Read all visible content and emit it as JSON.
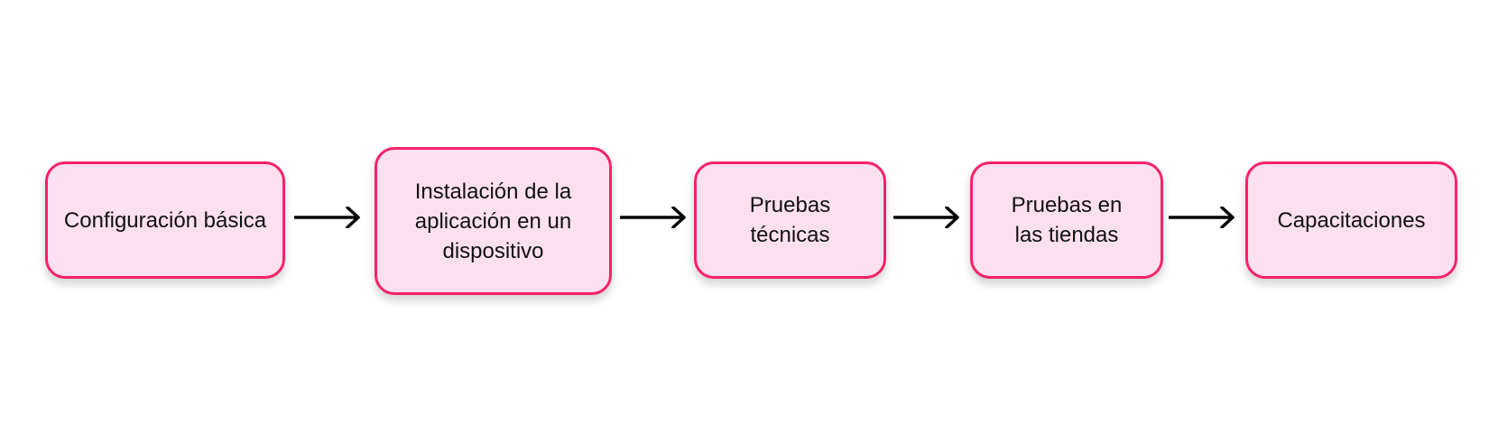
{
  "colors": {
    "border": "#f5226a",
    "fill": "#fde0ef",
    "arrow": "#000000"
  },
  "steps": [
    {
      "label": "Configuración básica"
    },
    {
      "label": "Instalación de la aplicación en un dispositivo"
    },
    {
      "label": "Pruebas técnicas"
    },
    {
      "label": "Pruebas en las tiendas"
    },
    {
      "label": "Capacitaciones"
    }
  ]
}
